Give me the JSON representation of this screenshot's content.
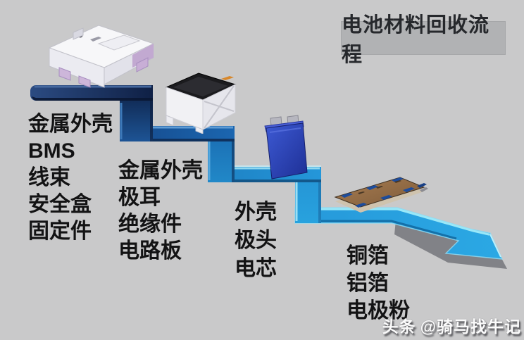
{
  "title": {
    "text": "电池材料回收流程",
    "box_color": "#b1b2b4",
    "text_color": "#26282c"
  },
  "steps": [
    {
      "image_icon": "battery-pack-3d",
      "materials": [
        "金属外壳",
        "BMS",
        "线束",
        "安全盒",
        "固定件"
      ]
    },
    {
      "image_icon": "battery-module-3d",
      "materials": [
        "金属外壳",
        "极耳",
        "绝缘件",
        "电路板"
      ]
    },
    {
      "image_icon": "prismatic-cell-3d",
      "materials": [
        "外壳",
        "极头",
        "电芯"
      ]
    },
    {
      "image_icon": "electrode-jellyroll-3d",
      "materials": [
        "铜箔",
        "铝箔",
        "电极粉"
      ]
    }
  ],
  "watermark": {
    "prefix": "头条",
    "handle": "@骑马找牛记"
  },
  "colors": {
    "background": "#c9c9ca",
    "arrow_start": "#233f6e",
    "arrow_mid": "#1a64ad",
    "arrow_end": "#2ba8e4",
    "arrow_highlight": "#9ae8f8",
    "text": "#131314"
  }
}
